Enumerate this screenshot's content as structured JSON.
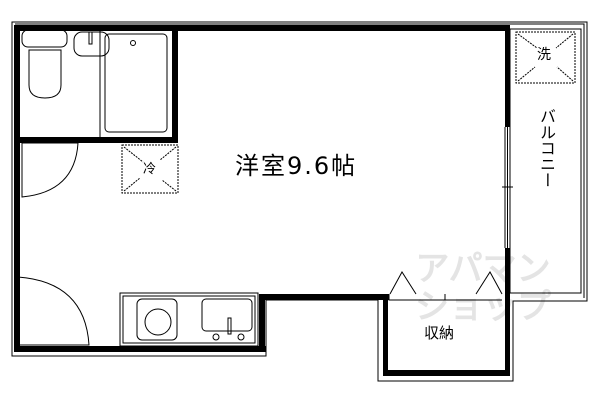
{
  "floorplan": {
    "main_room_label": "洋室9.6帖",
    "fridge_label": "冷",
    "washer_label": "洗",
    "balcony_label": "バルコニー",
    "storage_label": "収納",
    "watermark": "アパマンショップ"
  },
  "colors": {
    "wall": "#000000",
    "watermark": "#e4e4e4"
  }
}
